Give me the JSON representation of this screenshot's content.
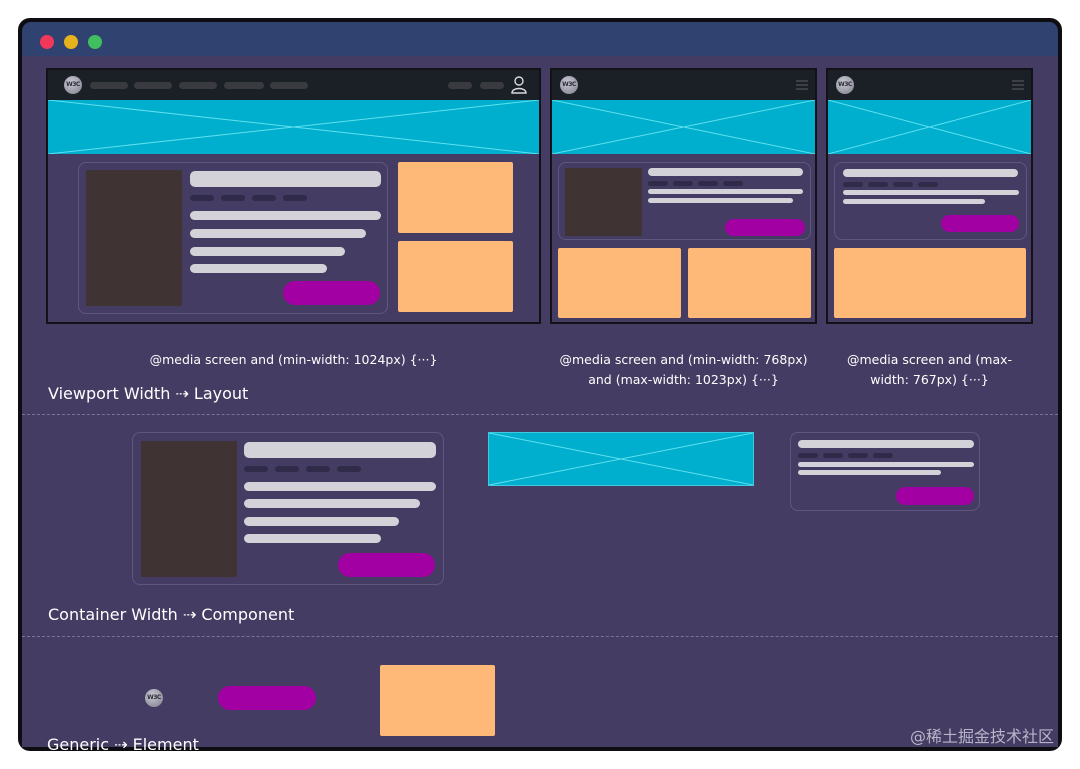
{
  "window": {
    "controls": [
      {
        "name": "close",
        "color": "#f1385b"
      },
      {
        "name": "minimize",
        "color": "#e6b31f"
      },
      {
        "name": "maximize",
        "color": "#3fbf5f"
      }
    ]
  },
  "mockups": {
    "logo_text": "W3C"
  },
  "viewport": {
    "caption_large": "@media screen and (min-width: 1024px) {···}",
    "caption_medium_line1": "@media screen and (min-width: 768px)",
    "caption_medium_line2": "and (max-width: 1023px) {···}",
    "caption_small_line1": "@media screen and (max-",
    "caption_small_line2": "width: 767px) {···}",
    "label": "Viewport Width  ⇢  Layout"
  },
  "container": {
    "label": "Container Width  ⇢  Component"
  },
  "generic": {
    "logo_text": "W3C",
    "label": "Generic  ⇢  Element"
  },
  "watermark": "@稀土掘金技术社区",
  "colors": {
    "background": "#443c63",
    "hero": "#00afce",
    "tile": "#feb978",
    "button": "#a300a3",
    "image": "#3f3333",
    "titlebar": "#30426f"
  }
}
